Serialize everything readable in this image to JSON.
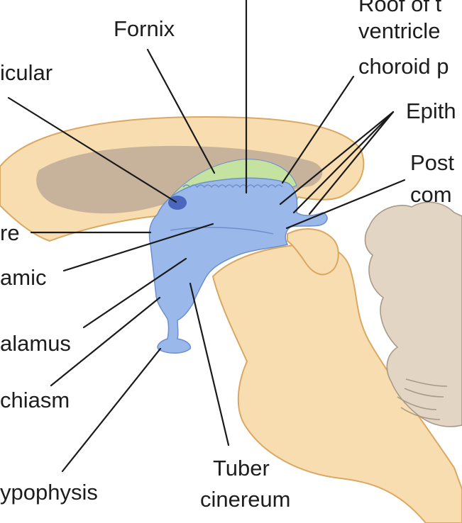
{
  "labels": {
    "fornix": "Fornix",
    "roof_line1": "Roof of t",
    "roof_line2": "ventricle",
    "roof_line3": "choroid p",
    "epithalamus": "Epith",
    "post_line1": "Post",
    "post_line2": "com",
    "interventricular": "icular",
    "fissure": "re",
    "thalamic": "amic",
    "hypothalamus": "alamus",
    "chiasm": "chiasm",
    "hypophysis": "ypophysis",
    "tuber_line1": "Tuber",
    "tuber_line2": "cinereum"
  },
  "colors": {
    "tissue_fill": "#f8ddb0",
    "tissue_stroke": "#d9a862",
    "ventricle_fill": "#c7b39b",
    "diencephalon_fill": "#9ab8ea",
    "diencephalon_stroke": "#6d8fcb",
    "fornix_fill": "#c4e3a0",
    "foramen_fill": "#4a66bd",
    "cerebellum_fill": "#e3d5c4",
    "cerebellum_stroke": "#a89a88",
    "line": "#1a1a1a"
  }
}
